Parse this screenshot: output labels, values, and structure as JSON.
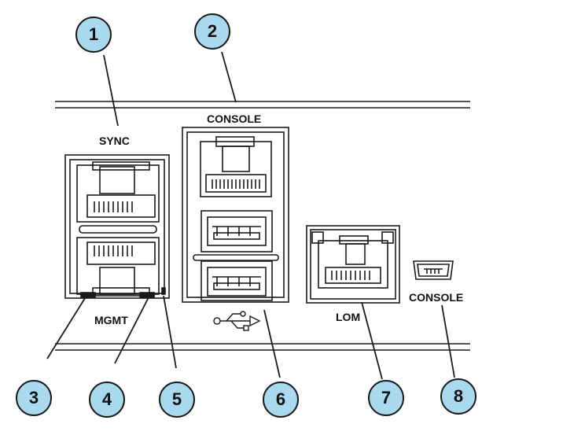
{
  "labels": {
    "sync": "SYNC",
    "console_top": "CONSOLE",
    "mgmt": "MGMT",
    "lom": "LOM",
    "console_mini": "CONSOLE"
  },
  "callouts": [
    "1",
    "2",
    "3",
    "4",
    "5",
    "6",
    "7",
    "8"
  ],
  "icons": {
    "usb": "usb-icon"
  },
  "colors": {
    "callout_fill": "#a9d8ef",
    "line": "#1a1a1a"
  }
}
